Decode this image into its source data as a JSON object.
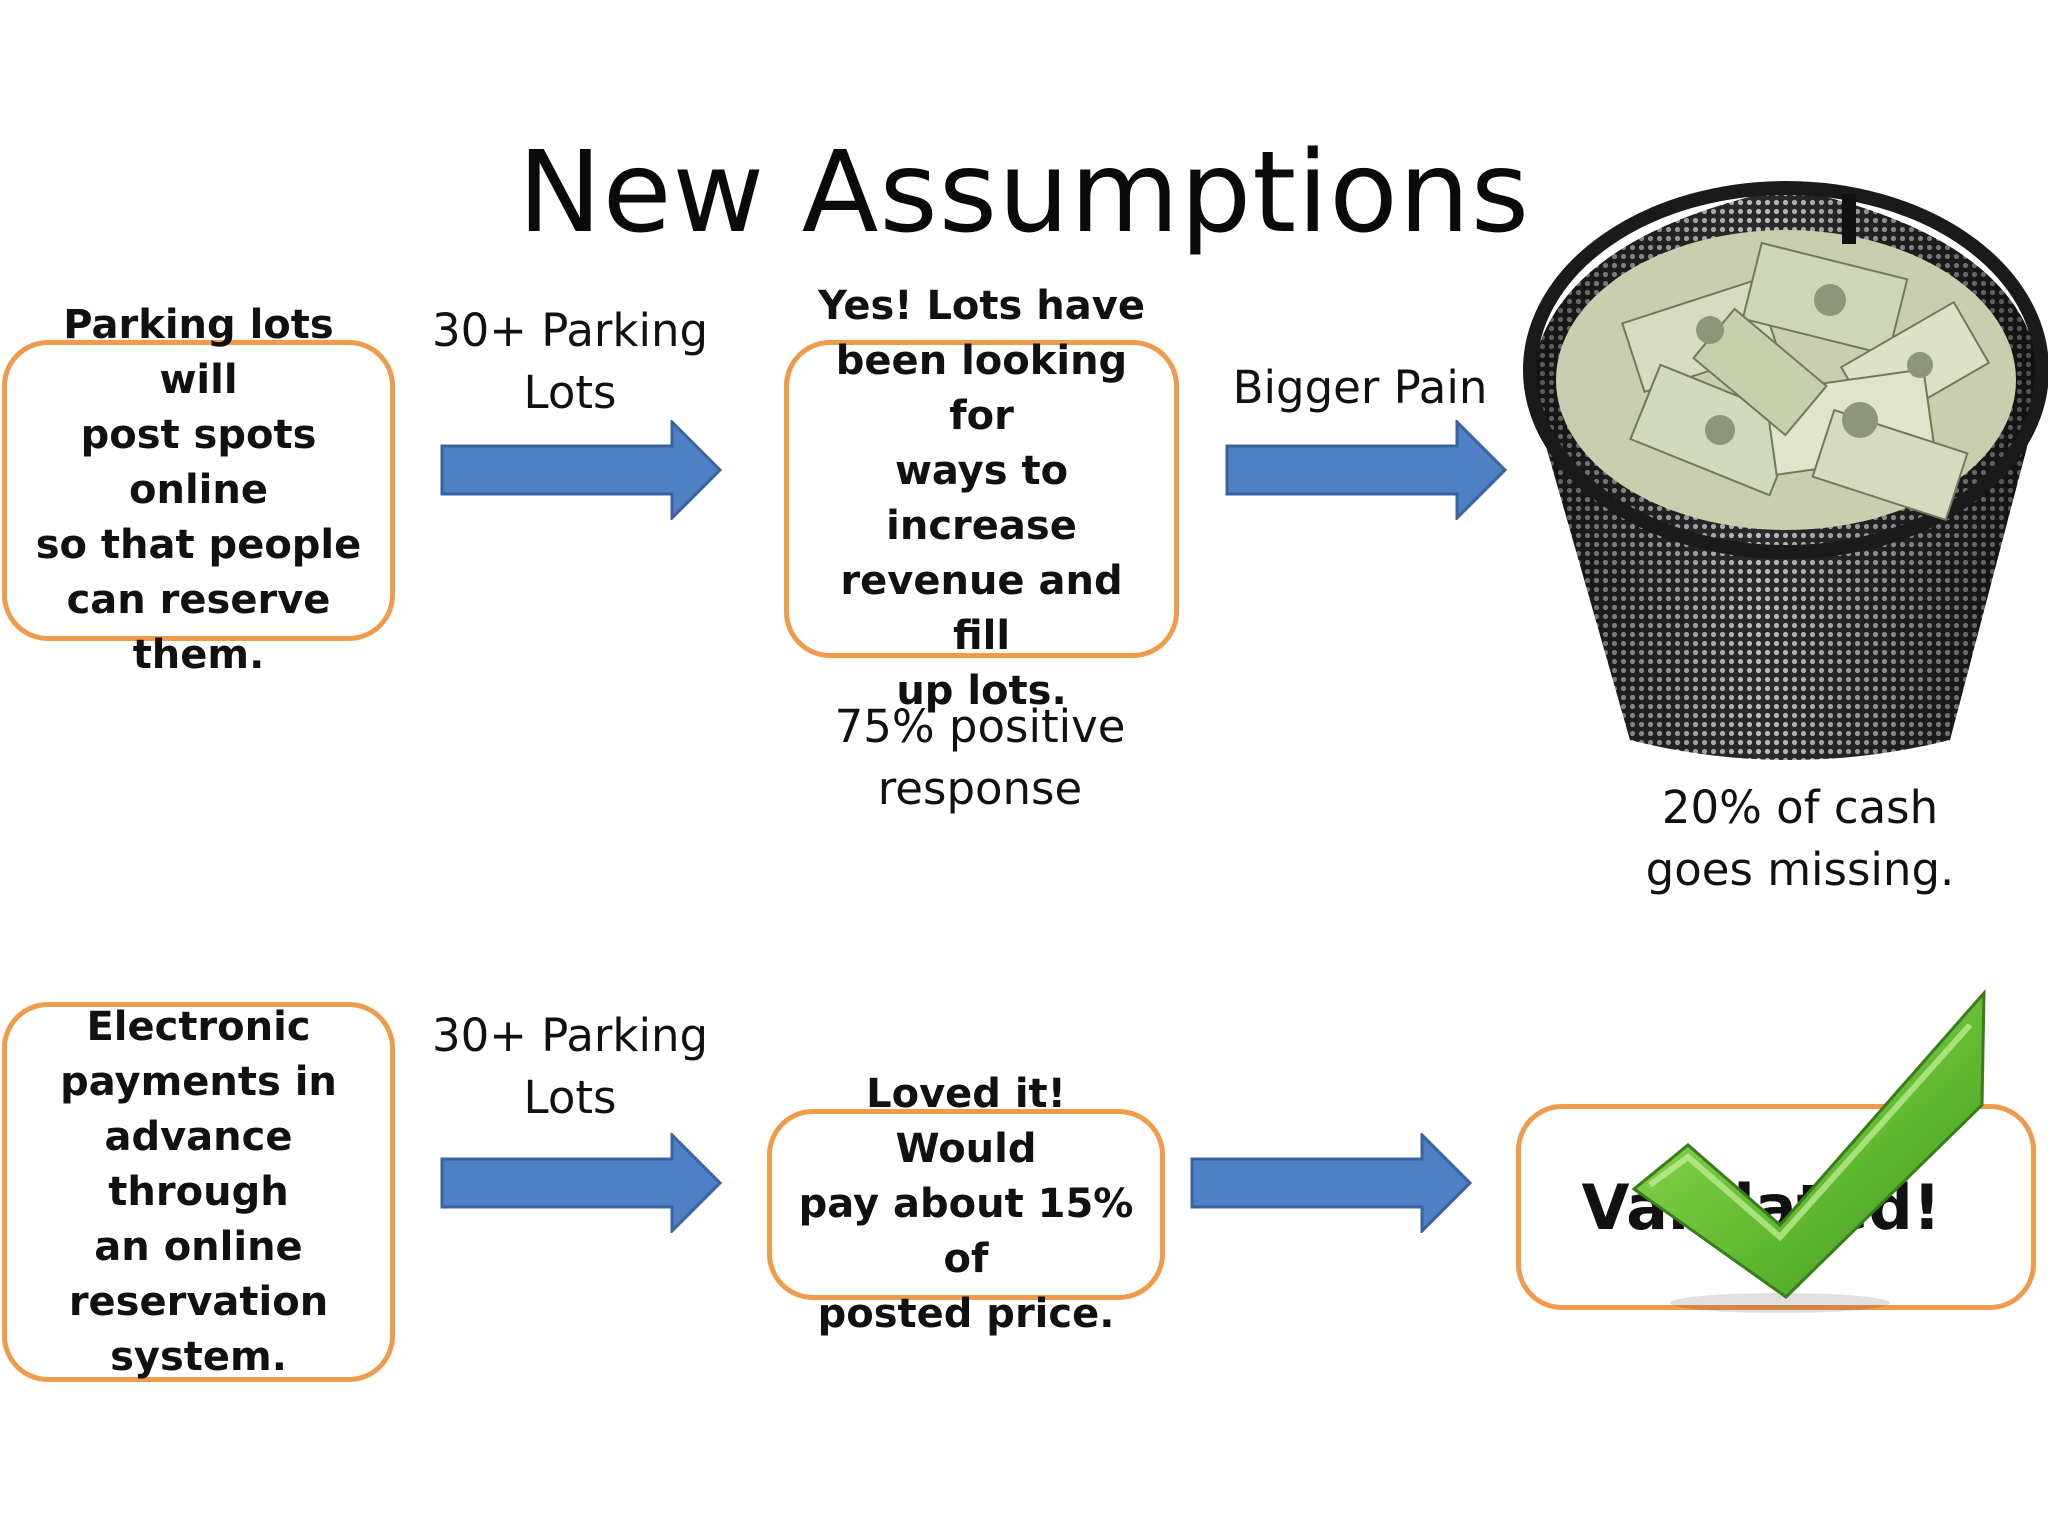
{
  "title": "New Assumptions",
  "row1": {
    "assumption": "Parking lots will\npost spots online\nso that people\ncan reserve\nthem.",
    "arrow1_label": "30+ Parking\nLots",
    "result": "Yes! Lots have\nbeen looking for\nways to increase\nrevenue and fill\nup lots.",
    "result_note": "75% positive response",
    "arrow2_label": "Bigger Pain",
    "image_caption": "20% of cash\ngoes missing."
  },
  "row2": {
    "assumption": "Electronic\npayments in\nadvance through\nan online\nreservation\nsystem.",
    "arrow1_label": "30+ Parking\nLots",
    "result": "Loved it! Would\npay about 15% of\nposted price.",
    "final_box_text": "Validated!"
  },
  "colors": {
    "box_border": "#ef9b4b",
    "arrow_fill": "#4f7fc4",
    "arrow_stroke": "#3a639e",
    "check_green": "#6cc23a"
  },
  "icons": [
    "trash-basket-with-cash",
    "green-checkmark-icon"
  ]
}
